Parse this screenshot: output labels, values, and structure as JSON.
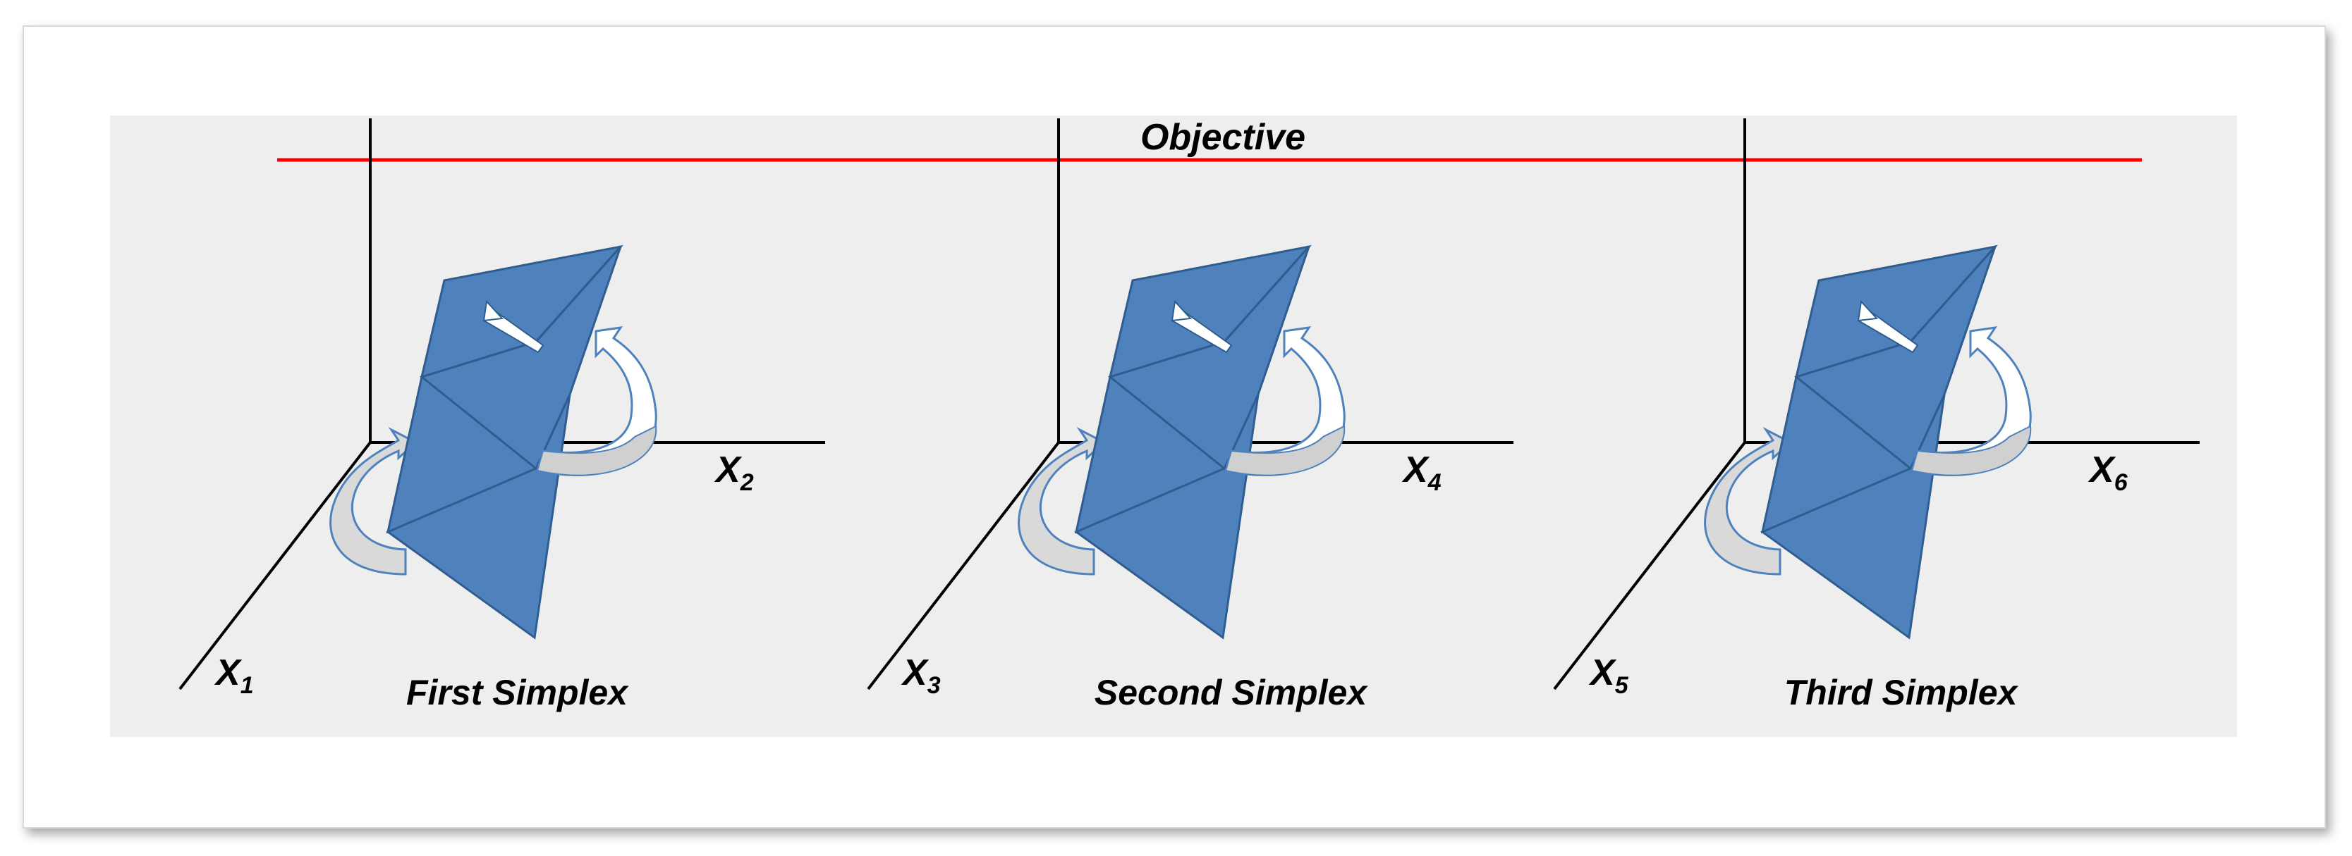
{
  "objective_label": "Objective",
  "simplices": [
    {
      "title": "First Simplex",
      "axis_x": {
        "base": "X",
        "sub": "1"
      },
      "axis_y": {
        "base": "X",
        "sub": "2"
      }
    },
    {
      "title": "Second Simplex",
      "axis_x": {
        "base": "X",
        "sub": "3"
      },
      "axis_y": {
        "base": "X",
        "sub": "4"
      }
    },
    {
      "title": "Third Simplex",
      "axis_x": {
        "base": "X",
        "sub": "5"
      },
      "axis_y": {
        "base": "X",
        "sub": "6"
      }
    }
  ],
  "colors": {
    "objective_line": "#ff0000",
    "simplex_face": "#4f81bd",
    "simplex_edge": "#2f5d8f",
    "axis": "#000000",
    "background_panel": "#eeeeee"
  }
}
